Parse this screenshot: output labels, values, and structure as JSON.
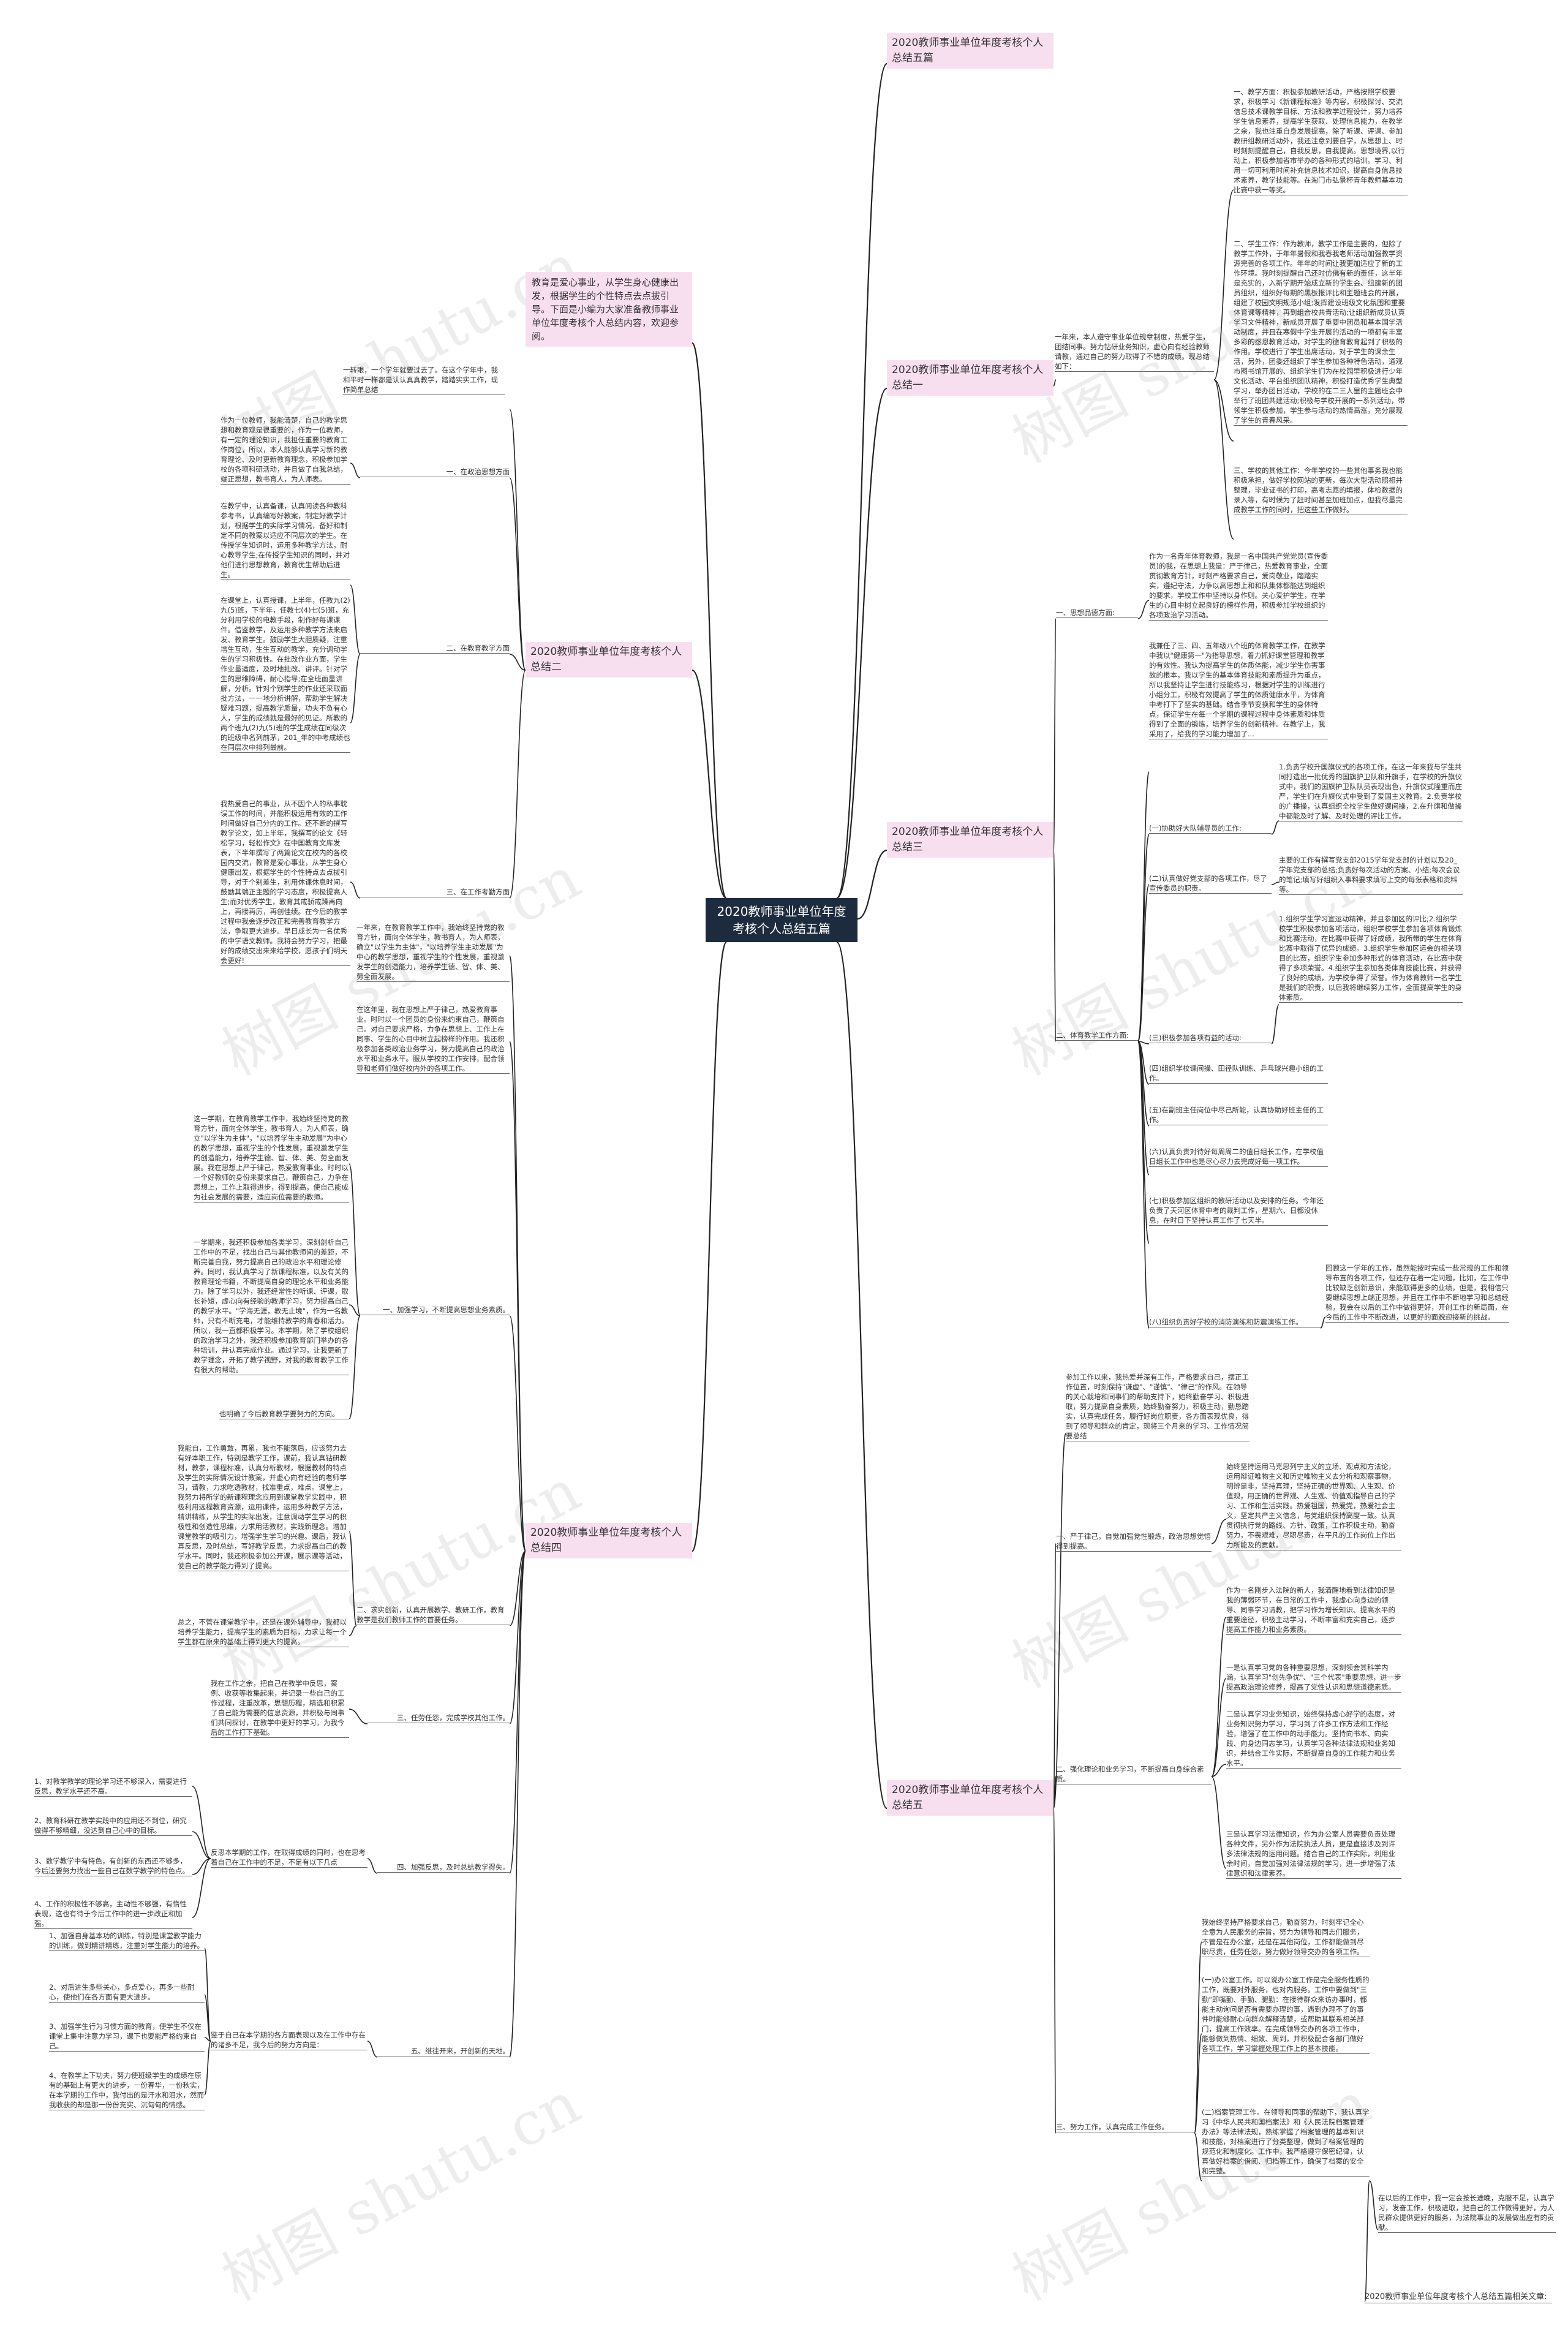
{
  "root": {
    "title": "2020教师事业单位年度考核个人总结五篇"
  },
  "intro": {
    "text": "教育是爱心事业，从学生身心健康出发，根据学生的个性特点去点拔引导。下面是小编为大家准备教师事业单位年度考核个人总结内容，欢迎参阅。"
  },
  "sections": [
    {
      "title": "2020教师事业单位年度考核个人总结五篇"
    },
    {
      "title": "2020教师事业单位年度考核个人总结一"
    },
    {
      "title": "2020教师事业单位年度考核个人总结二"
    },
    {
      "title": "2020教师事业单位年度考核个人总结三"
    },
    {
      "title": "2020教师事业单位年度考核个人总结四"
    },
    {
      "title": "2020教师事业单位年度考核个人总结五"
    }
  ],
  "s1": {
    "lead": "一年来，本人遵守事业单位规章制度，热爱学生，团结同事。努力钻研业务知识，虚心向有经验教师请教，通过自己的努力取得了不错的成绩。现总结如下：",
    "items": [
      "一、教学方面：积极参加教研活动，严格按照学校要求，积极学习《新课程标准》等内容，积极探讨、交流信息技术课教学目标、方法和教学过程设计，努力培养学生信息素养，提高学生获取、处理信息能力，在教学之余，我也注重自身发展提高，除了听课、评课、参加教研组教研活动外，我还注意到要自学，从思想上、时时刻刻提醒自己，自我反思，自我提高。思想境界,以行动上，积极参加省市举办的各种形式的培训。学习、利用一切可利用时间补充信息技术知识，提高自身信息技术素养，教学技能等。在淘门市弘景杯青年教师基本功比赛中获一等奖。",
      "二、学生工作：作为教师，教学工作是主要的，但除了教学工作外，于年年暑假和我春我老师活动加强教学资源完善的各项工作。年年的时间让我更加适应了新的工作环境。我时刻提醒自己还时仿佛有新的责任，这半年是充实的，入新学期开始成立新的学生会、组建新的团员组织，组织好每期的黑板报评比和主题班会的开展，组建了校园文明规范小组;发挥建设班级文化氛围和重要体育课等精神，再到组合校共青活动;让组织新成员认真学习文件精神，新成员开展了重要中团员和基本国学活动制度，并且在寒假中学生开展的活动的一项都有丰富多彩的感恩教育活动，对学生的德育教育起到了积极的作用。学校进行了学生出席活动，对于学生的课余生活，另外，团委还组织了学生参加各种特色活动，通观市图书馆开展的、组织学生们为在校园里积极进行少年文化活动、平台组织团队精神，积极打造优秀学生典型学习，举办团日活动，学校的在二三人里的主题班会中举行了班团共建活动;积极与学校开展的一系列活动，带领学生积极参加，学生参与活动的热情高涨，充分展现了学生的青春风采。",
      "三、学校的其他工作：今年学校的一些其他事务我也能积极承担，做好学校网站的更新，每次大型活动照相并整理，毕业证书的打印，高考志愿的填报，体检数据的录入等，有时候为了赶时间甚至加班加点，但我尽量完成教学工作的同时，把这些工作做好。"
    ]
  },
  "s2": {
    "lead": "一转眼，一个学年就要过去了。在这个学年中，我和平时一样都是认认真真教学，踏踏实实工作，现作简单总结",
    "b1_label": "一、在政治思想方面",
    "b1_text": "作为一位教师，我能清楚，自己的教学思想和教育观是很重要的，作为一位教师，有一定的理论知识，我担任重要的教育工作岗位，所以，本人能够认真学习新的教育理论、及时更新教育理念，积极参加学校的各项科研活动，并且做了自我总结，端正思想，教书育人，为人师表。",
    "b2_label": "二、在教育教学方面",
    "b2_text1": "在教学中，认真备课，认真阅读各种教科参考书，认真编写好教案，制定好教学计划，根据学生的实际学习情况，备好和制定不同的教案以适应不同层次的学生。在传授学生知识时，运用多种教学方法，耐心教导学生;在传授学生知识的同时，并对他们进行思想教育，教育优生帮助后进生。",
    "b2_text2": "在课堂上，认真授课，上半年，任教九(2)九(5)班，下半年，任教七(4)七(5)班，充分利用学校的电教手段，制作好每课课件。借鉴教学，及运用多种教学方法来启发、教育学生。鼓励学生大胆质疑，注重增生互动，生生互动的教学，充分调动学生的学习积极性。在批改作业方面，学生作业量适度，及时地批改、讲评。针对学生的思维障碍，耐心指导;在全班面量讲解，分析。针对个别学生的作业还采取面批方法，一一地分析讲解，帮助学生解决疑难习题，提高教学质量，功夫不负有心人，学生的成绩就是最好的见证。所教的两个班九(2)九(5)班的学生成绩在同级次的班级中名列前茅，201_年的中考成绩也在同层次中排列最前。",
    "b3_label": "三、在工作考勤方面",
    "b3_text": "我热爱自己的事业，从不因个人的私事耽误工作的时间，并能积极运用有效的工作时间做好自己分内的工作。还不断的撰写教学论文，如上半年，我撰写的论文《轻松学习，轻松作文》在中国教育文库发表，下半年撰写了两篇论文在校内的各校园内交流，教育是爱心事业，从学生身心健康出发，根据学生的个性特点去点拔引导，对于个别差生，利用休课休息时间，鼓励其端正主题的学习态度，积极提高人生;而对优秀学生，教育其戒骄戒躁再向上，再接再厉，再创佳绩。在今后的教学过程中我会逐步改正和完善教育教学方法，争取更大进步。早日成长为一名优秀的中学语文教师。我将会努力学习，把最好的成绩交出来来给学校，愿孩子们明天会更好!"
  },
  "s3": {
    "a_label": "一、思想品德方面:",
    "a_text": "作为一名青年体育教师，我是一名中国共产党党员(宣传委员)的我，在思想上我是：严于律己，热爱教育事业，全面贯彻教育方针，时刻严格要求自己，爱岗敬业，踏踏实实，遵纪守法，力争以高思想上和和队集体都能达到组织的要求，学校工作中坚持以身作则。关心爱护学生，在学生的心目中树立起良好的榜样作用，积极参加学校组织的各项政治学习活动。",
    "b_intro": "我兼任了三、四、五年级八个班的体育教学工作，在教学中我以\"健康第一\"为指导思想，着力抓好课堂管理和教学的有效性。我认为提高学生的体质体能，减少学生伤害事故的根本，我以学生的基本体育技能和素质提升为重点，所以我坚持让学生进行技能练习，根据对学生的训练进行小组分工，积极有效提高了学生的体质健康水平，为体育中考打下了坚实的基础。结合季节变换和学生的身体特点，保证学生在每一个学期的课程过程中身体素质和体质得到了全面的锻炼，培养学生的创新精神。在教学上，我采用了，给我的学习能力增加了...",
    "b_label": "二、体育教学工作方面:",
    "b_items": [
      {
        "label": "(一)协助好大队辅导员的工作:",
        "text": "1.负责学校升国旗仪式的各项工作，在这一年来我与学生共同打造出一批优秀的国旗护卫队和升旗手，在学校的升旗仪式中，我们的国旗护卫队队员表现出色，升旗仪式隆重而庄严，学生们在升旗仪式中受到了爱国主义教育。2.负责学校的广播操，认真组织全校学生做好课间操，2.在升旗和做操中都能及时了解、及时处理的评比工作。"
      },
      {
        "label": "(二)认真做好党支部的各项工作，尽了宣传委员的职责。",
        "text": "主要的工作有撰写党支部2015学年党支部的计划以及20_学年党支部的总结;负责好每次活动的方案、小结;每次会议的笔记;填写好组织入事料要求填写上交的每张表格和资料等。"
      },
      {
        "label": "(三)积极参加各项有益的活动:",
        "text": "1.组织学生学习宣运动精神，并且参加区的评比;2.组织学校学生积极参加各项活动，组织学校学生参加各项体育锻炼和比赛活动，在比赛中获得了好成绩，我所带的学生在体育比赛中取得了优异的成绩。3.组织学生参加区运会的相关项目的比赛，组织学生参加多种形式的体育活动，在比赛中获得了多项荣誉。4.组织学生参加各类体育技能比赛，并获得了良好的成绩，为学校争得了荣誉。作为体育教师一名学生是我们的职责，以后我将继续努力工作，全面提高学生的身体素质。"
      },
      {
        "label": "",
        "text": "(四)组织学校课间操、田径队训练、乒乓球兴趣小组的工作。"
      },
      {
        "label": "",
        "text": "(五)在副班主任岗位中尽己所能，认真协助好班主任的工作。"
      },
      {
        "label": "",
        "text": "(六)认真负责对待好每周周二的值日组长工作，在学校值日组长工作中也是尽心尽力去完成好每一项工作。"
      },
      {
        "label": "",
        "text": "(七)积极参加区组织的教研活动以及安排的任务。今年还负责了天河区体育中考的裁判工作，星期六、日都没休息，在时日下坚持认真工作了七天半。"
      },
      {
        "label": "(八)组织负责好学校的消防演练和防震演练工作。",
        "text": "回顾这一学年的工作，虽然能按时完成一些常规的工作和领导布置的各项工作，但还存在着一定问题，比如，在工作中比较缺乏创新意识，来能取得更多的业绩，但是，我相信只要继续思想上端正思想，并且在工作中不断地学习和总结经验，我会在以后的工作中做得更好，开创工作的新局面，在今后的工作中不断改进，以更好的面貌迎接新的挑战。"
      }
    ]
  },
  "s4": {
    "lead": "一年来，在教育教学工作中，我始终坚持党的教育方针，面向全体学生，教书育人，为人师表，确立\"以学生为主体\"，\"以培养学生主动发展\"为中心的教学思想，重视学生的个性发展，重视激发学生的创造能力，培养学生德、智、体、美、劳全面发展。",
    "p1": "在这年里，我在思想上严于律己，热爱教育事业。时时以一个团员的身份来约束自己，鞭策自己。对自己要求严格，力争在思想上、工作上在同事、学生的心目中树立起榜样的作用。我还积极参加各类政治业务学习，努力提高自己的政治水平和业务水平。服从学校的工作安排，配合领导和老师们做好校内外的各项工作。",
    "a_label": "一、加强学习，不断提高思想业务素质。",
    "a_text1": "这一学期，在教育教学工作中，我始终坚持党的教育方针，面向全体学生，教书育人，为人师表，确立\"以学生为主体\"，\"以培养学生主动发展\"为中心的教学思想，重视学生的个性发展，重视激发学生的创造能力，培养学生德、智、体、美、劳全面发展。我在思想上严于律己，热爱教育事业。时时以一个好教师的身份来要求自己，鞭策自己，力争在思想上，工作上取得进步，得到提高，使自己能成为社会发展的需要，适应岗位需要的教师。",
    "a_text2": "一学期来，我还积极参加各类学习，深刻剖析自己工作中的不足，找出自己与其他教师间的差距，不断完善自我，努力提高自己的政治水平和理论修养。同时，我认真学习了新课程标准，以及有关的教育理论书籍，不断提高自身的理论水平和业务能力。除了学习以外，我还经常性的听课、评课，取长补短，虚心向有经验的教师学习，努力提高自己的教学水平。\"学海无涯，教无止境\"，作为一名教师，只有不断充电，才能维持教学的青春和活力。所以，我一直都积极学习。本学期，除了学校组织的政治学习之外，我还积极参加教育部门举办的各种培训，并认真完成作业。通过学习，让我更新了教学理念，开拓了教学视野，对我的教育教学工作有很大的帮助。",
    "a_note": "也明确了今后教育教学要努力的方向。",
    "b_text": "我能自，工作勇敢，再累，我也不能落后，应该努力去有好本职工作，特别是教学工作，课前，我认真钻研教材，教参，课程标准，认真分析教材，根据教材的特点及学生的实际情况设计教案，并虚心向有经验的老师学习，请教，力求吃透教材，找准重点，难点。课堂上，我努力将所学的新课程理念应用到课堂教学实践中，积极利用远程教育资源，运用课件，运用多种教学方法，精讲精练，从学生的实际出发，注意调动学生学习的积极性和创造性思维，力求用活教材，实践新理念。增加课堂教学的吸引力，增强学生学习的兴趣。课后，我认真反思，及时总结，写好教学反思，力求提高自己的教学水平。同时，我还积极参加公开课，展示课等活动，使自己的教学能力得到了提高。",
    "b_label": "二、求实创新，认真开展教学、教研工作，教育教学是我们教师工作的首要任务。",
    "b_note": "总之，不管在课堂教学中，还是在课外辅导中，我都以培养学生能力，提高学生的素质为目标，力求让每一个学生都在原来的基础上得到更大的提高。",
    "c_text": "我在工作之余，把自己在教学中反思，案例、收获等收集起来，并记录一些自己的工作过程，注重改革，思想历程，精选和积累了自己能为需要的信息资源，并积极与同事们共同探讨，在教学中更好的学习，为我今后的工作打下基础。",
    "c_label": "三、任劳任怨，完成学校其他工作。",
    "d_intro": "反思本学期的工作，在取得成绩的同时，也在思考着自己在工作中的不足，不足有以下几点",
    "d_label": "四、加强反思，及时总结教学得失。",
    "d_items": [
      "1、对教学教学的理论学习还不够深入，需要进行反思，教学水平还不高。",
      "2、教育科研在教学实践中的应用还不到位，研究做得不够精细，没达到自己心中的目标。",
      "3、数学教学中有特色，有创新的东西还不够多，今后还要努力找出一些自己在数学教学的特色点。",
      "4、工作的积极性不够高，主动性不够强，有惰性表现，这也有待于今后工作中的进一步改正和加强。"
    ],
    "e_intro": "鉴于自己在本学期的各方面表现以及在工作中存在的诸多不足，我今后的努力方向是：",
    "e_label": "五、继往开来，开创新的天地。",
    "e_items": [
      "1、加强自身基本功的训练，特别是课堂教学能力的训练，做到精讲精练，注重对学生能力的培养。",
      "2、对后进生多些关心，多点爱心，再多一些耐心，使他们在各方面有更大进步。",
      "3、加强学生行为习惯方面的教育，使学生不仅在课堂上集中注意力学习，课下也要能严格约束自己。",
      "4、在教学上下功夫，努力使班级学生的成绩在原有的基础上有更大的进步，一份春华，一份秋实，在本学期的工作中，我付出的是汗水和泪水，然而我收获的却是那一份份充实、沉甸甸的情感。"
    ]
  },
  "s5": {
    "lead": "参加工作以来，我热爱并深有工作，严格要求自己，摆正工作位置，时刻保持\"谦虚\"、\"谨慎\"、\"律己\"的作风。在领导的关心栽培和同事们的帮助支持下，始终勤奋学习、积极进取，努力提高自身素质，始终勤奋努力，积极主动，勤恳踏实，认真完成任务，履行好岗位职责，各方面表现优良，得到了领导和群众的肯定，现将三个月来的学习、工作情况简要总结",
    "a_label": "一、严于律己，自觉加强党性锻炼，政治思想觉悟得到提高。",
    "a_text": "始终坚持运用马克思列宁主义的立场、观点和方法论，运用辩证唯物主义和历史唯物主义去分析和观察事物，明辨是非，坚持真理，坚持正确的世界观、人生观、价值观，用正确的世界观、人生观、价值观指导自己的学习、工作和生活实践。热爱祖国，热爱党，热爱社会主义，坚定共产主义信念，与党组织保持高度一致。认真贯彻执行党的路线、方针、政策，工作积极主动，勤奋努力，不畏艰难，尽职尽责，在平凡的工作岗位上作出力所能及的贡献。",
    "b_label": "二、强化理论和业务学习，不断提高自身综合素质。",
    "b_items": [
      "作为一名刚步入法院的新人，我清醒地看到法律知识是我的薄弱环节，在日常的工作中，我虚心向身边的领导、同事学习请教，把学习作为增长知识、提高水平的重要途径，积极主动学习，不断丰富和充实自己，逐步提高工作能力和业务素质。",
      "一是认真学习党的各种重要思想，深刻领会其科学内涵，认真学习\"创先争优\"、\"三个代表\"重要思想，进一步提高政治理论修养，提高了党性认识和思想道德素质。",
      "二是认真学习业务知识，始终保持虚心好学的态度，对业务知识努力学习，学习到了许多工作方法和工作经验，增强了在工作中的动手能力。坚持向书本、向实践、向身边同志学习，认真学习各种法律法规和业务知识，并结合工作实际，不断提高自身的工作能力和业务水平。",
      "三是认真学习法律知识，作为办公室人员需要负责处理各种文件，另外作为法院执法人员，更是直接涉及到许多法律法规的运用问题。结合自己的工作实际，利用业余时间，自觉加强对法律法规的学习，进一步增强了法律意识和法律素养。"
    ],
    "c_label": "三、努力工作，认真完成工作任务。",
    "c_intro": "我始终坚持严格要求自己，勤奋努力，时刻牢记全心全意为人民服务的宗旨，努力为领导和同志们服务，不管是在办公室，还是在其他岗位，工作都能做到尽职尽责，任劳任怨，努力做好领导交办的各项工作。",
    "c_items": [
      "(一)办公室工作。可以说办公室工作是完全服务性质的工作，既要对外服务，也对内服务。工作中要做到\"三勤\"即嘴勤、手勤、腿勤：在接待群众来访办事时，都能主动询问是否有需要办理的事，遇到办理不了的事件时能够耐心向群众解释清楚，或帮助其联系相关部门，提高工作效率。在完成领导交办的各项工作中，能够做到热情、细致、周到，并积极配合各部门做好各项工作，学习掌握处理工作上的基本技能。",
      "(二)档案管理工作。在领导和同事的帮助下，我认真学习《中华人民共和国档案法》和《人民法院档案管理办法》等法律法规，熟练掌握了档案管理的基本知识和技能，对档案进行了分类整理，做到了档案管理的规范化和制度化。工作中，我严格遵守保密纪律，认真做好档案的借阅、归档等工作，确保了档案的安全和完整。"
    ],
    "c_tail": "在以后的工作中，我一定会按长途晚，克服不足，认真学习，发奋工作，积极进取，把自己的工作做得更好，为人民群众提供更好的服务，为法院事业的发展做出应有的贡献。",
    "footer": "2020教师事业单位年度考核个人总结五篇相关文章:"
  },
  "watermark": {
    "text": "树图 shutu.cn"
  }
}
